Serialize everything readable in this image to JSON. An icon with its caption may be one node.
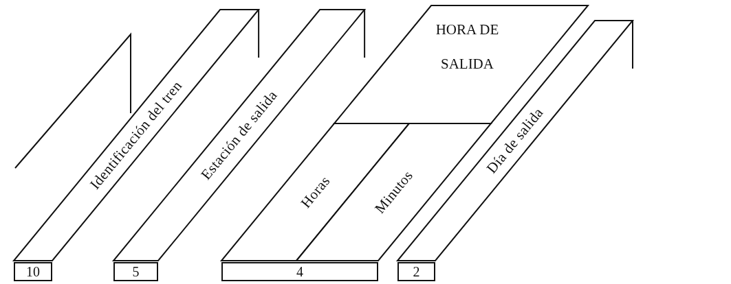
{
  "diagram": {
    "nodes": [
      {
        "text": [
          "Identificación del tren"
        ]
      },
      {
        "text": [
          "Estación de salida"
        ]
      },
      {
        "text": [
          "HORA DE SALIDA"
        ]
      },
      {
        "text": [
          "Horas"
        ]
      },
      {
        "text": [
          "Minutos"
        ]
      },
      {
        "text": [
          "Día de salida"
        ]
      },
      {
        "text": [
          "10"
        ]
      },
      {
        "text": [
          "5"
        ]
      },
      {
        "text": [
          "4"
        ]
      },
      {
        "text": [
          "2"
        ]
      }
    ]
  }
}
